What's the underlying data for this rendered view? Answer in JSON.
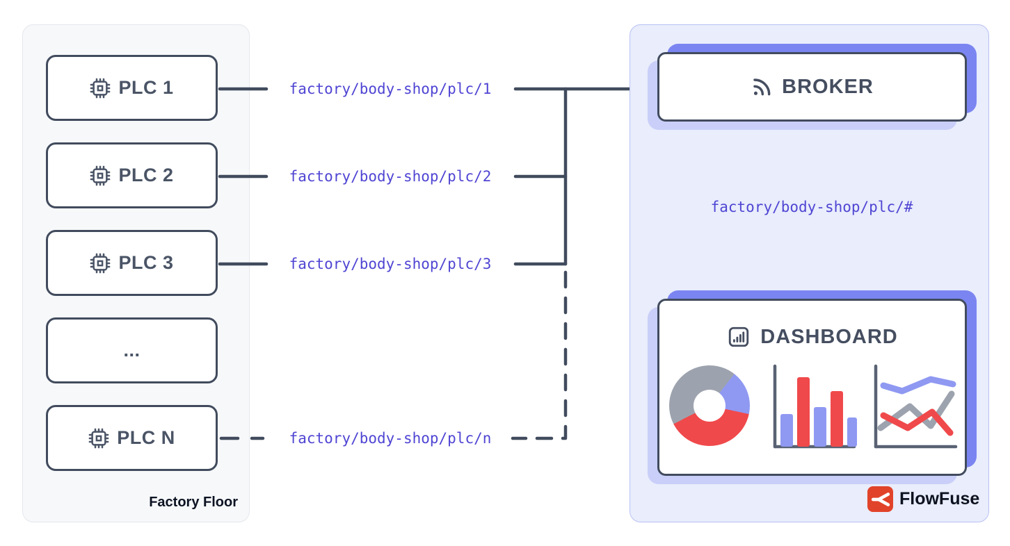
{
  "factory_panel": {
    "label": "Factory Floor",
    "plcs": [
      {
        "label": "PLC 1",
        "icon": "chip-icon"
      },
      {
        "label": "PLC 2",
        "icon": "chip-icon"
      },
      {
        "label": "PLC 3",
        "icon": "chip-icon"
      },
      {
        "label": "...",
        "icon": null
      },
      {
        "label": "PLC N",
        "icon": "chip-icon"
      }
    ]
  },
  "topics": {
    "plc1": "factory/body-shop/plc/1",
    "plc2": "factory/body-shop/plc/2",
    "plc3": "factory/body-shop/plc/3",
    "plcn": "factory/body-shop/plc/n",
    "wildcard": "factory/body-shop/plc/#"
  },
  "broker": {
    "label": "BROKER",
    "icon": "rss-icon"
  },
  "dashboard": {
    "label": "DASHBOARD",
    "icon": "bar-chart-icon",
    "charts": [
      "donut-chart-icon",
      "bar-chart-icon",
      "line-chart-icon"
    ]
  },
  "branding": {
    "label": "FlowFuse",
    "icon": "flowfuse-icon"
  },
  "colors": {
    "outline_dark": "#414b5d",
    "text_dark": "#454e60",
    "plc_text": "#4a5466",
    "topic_purple": "#4f45d3",
    "accent_purple": "#7b85f1",
    "accent_lavender": "#c9cff8",
    "right_panel_bg": "#e9edfc",
    "right_panel_border": "#b9c1f3",
    "left_panel_bg": "#f7f8fa",
    "left_panel_border": "#e4e7ec",
    "chart_red": "#f0494b",
    "chart_gray": "#9da3ae",
    "chart_periwinkle": "#8f99f2",
    "axis_gray": "#596273",
    "flowfuse_red": "#e1432a"
  }
}
